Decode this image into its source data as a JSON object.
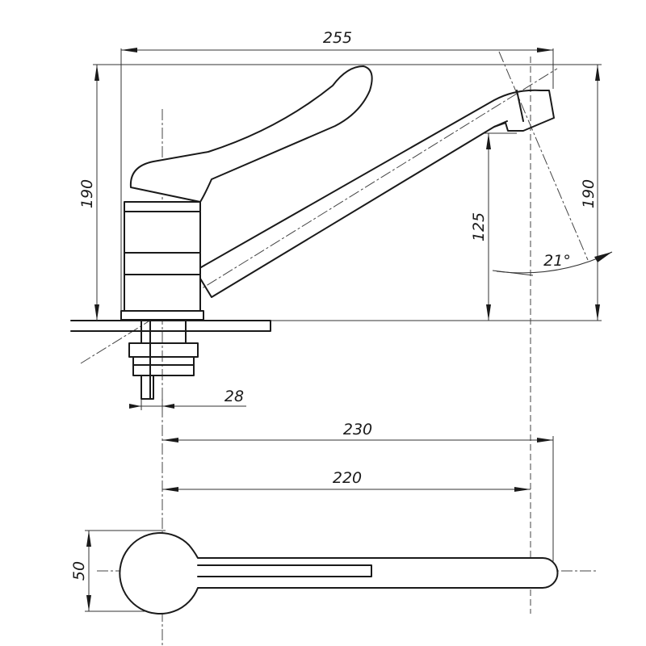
{
  "dimensions": {
    "overall_length": "255",
    "height_left": "190",
    "height_right": "190",
    "spout_height": "125",
    "spout_angle": "21°",
    "thread_size": "28",
    "reach_outer": "230",
    "reach_inner": "220",
    "handle_diameter": "50"
  }
}
